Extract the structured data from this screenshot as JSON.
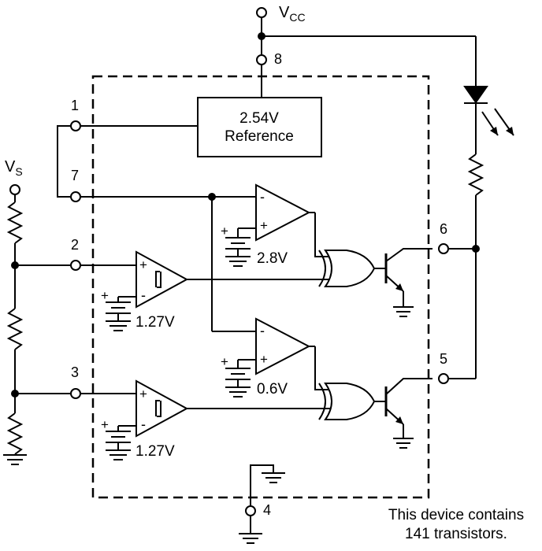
{
  "supply": {
    "label": "V",
    "sub": "CC"
  },
  "input": {
    "label": "V",
    "sub": "S"
  },
  "pins": [
    "1",
    "2",
    "3",
    "4",
    "5",
    "6",
    "7",
    "8"
  ],
  "reference": {
    "line1": "2.54V",
    "line2": "Reference"
  },
  "voltages": {
    "upper_threshold": "2.8V",
    "lower_threshold": "0.6V",
    "comp1_ref": "1.27V",
    "comp2_ref": "1.27V"
  },
  "opamp_signs": {
    "minus": "-",
    "plus": "+"
  },
  "note": {
    "line1": "This device contains",
    "line2": "141 transistors."
  }
}
